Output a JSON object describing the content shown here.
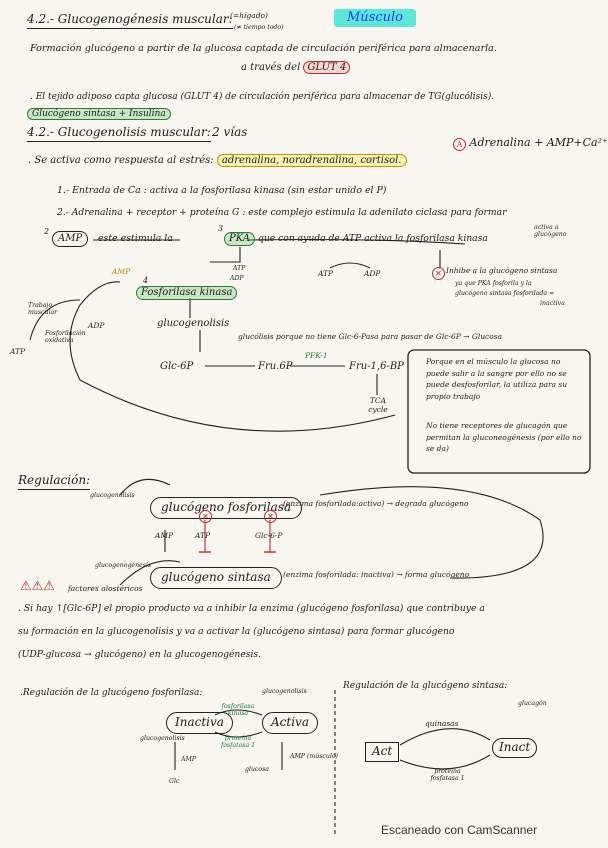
{
  "header": {
    "section_title": "4.2.- Glucogenogénesis muscular:",
    "section_tag": "(=hígado)",
    "section_tag_note": "(≠ tiempo todo)",
    "muscle_title": "Músculo",
    "formation_line1": "Formación glucógeno a partir de la glucosa captada de circulación periférica para almacenarla.",
    "formation_line2_prefix": "a través del",
    "glut4": "GLUT 4"
  },
  "adipose": {
    "line": ". El tejido adiposo capta glucosa (GLUT 4) de circulación periférica para almacenar de TG(glucólisis).",
    "enzymes": "Glucógeno sintasa + Insulina"
  },
  "glycogenolysis": {
    "title": "4.2.- Glucogenolisis muscular:",
    "ways": "2 vías",
    "stress_prefix": ". Se activa como respuesta al estrés:",
    "stress_list": "adrenalina, noradrenalina, cortisol.",
    "top_right_a": "A",
    "top_right": "Adrenalina + AMP+Ca²⁺",
    "step1": "1.- Entrada de Ca : activa a la fosforilasa kinasa (sin estar unido el P)",
    "step2": "2.- Adrenalina + receptor + proteína G : este complejo estimula la adenilato ciclasa para formar",
    "amp_step": "AMP",
    "amp_num": "2",
    "amp_stimulate": "este estimula la",
    "pka": "PKA",
    "pka_num": "3",
    "pka_rest": "que con ayuda de ATP activa la fosforilasa kinasa",
    "activa_label": "activa a glucógeno",
    "atp_pka": "ATP",
    "adp_pka": "ADP",
    "atp_mid": "ATP",
    "adp_mid": "ADP",
    "inhibe": "Inhibe a la glucógeno sintasa",
    "inhibe2": "ya que PKA fosforila y la",
    "inhibe3": "glucógeno sintasa fosforilada =",
    "inhibe4": "inactiva",
    "fk": "Fosforilasa kinasa",
    "fk_num": "4",
    "amp_cycle": "AMP",
    "atp_cycle": "ATP",
    "adp_cycle": "ADP",
    "cycle_muscle": "Trabajo muscular",
    "cycle_phos": "Fosforilación oxidativa",
    "glucogenolisis": "glucogenolisis",
    "glucolisis_note": "glucólisis porque no tiene Glc-6-Pasa para pasar de Glc-6P → Glucosa",
    "glc6p": "Glc-6P",
    "fru6p": "Fru.6P",
    "fru16bp": "Fru-1,6-BP",
    "pfk1": "PFK-1",
    "tca": "TCA cycle",
    "note_box": "Porque en el músculo la glucosa no puede salir a la sangre por ello no se puede desfosforilar, la utiliza para su propio trabajo",
    "note_box2": "No tiene receptores de glucagón que permitan la gluconeogénesis (por ello no se da)"
  },
  "regulation": {
    "title": "Regulación:",
    "glucogenolisis_lbl": "glucogenolisis",
    "phos": "glucógeno fosforilasa",
    "phos_note": "(enzima fosforilada:activa) → degrada glucógeno",
    "amp": "AMP",
    "atp": "ATP",
    "glc6p": "Glc-6-P",
    "glucogenogenesis_lbl": "glucogenogénesis",
    "synth": "glucógeno sintasa",
    "synth_note": "(enzima fosforilada: inactiva) → forma glucógeno",
    "factors": "factores alostéricos",
    "para1": ". Si hay ↑[Glc-6P] el propio producto va a inhibir la enzima (glucógeno fosforilasa) que contribuye a",
    "para2": "su formación en la glucogenolisis y va a activar la (glucógeno sintasa) para formar glucógeno",
    "para3": "(UDP-glucosa → glucógeno) en la glucogenogénesis."
  },
  "bottom": {
    "left_title": ".Regulación de la glucógeno fosforilasa:",
    "inactiva": "Inactiva",
    "activa": "Activa",
    "glucogenolisis": "glucogenolisis",
    "fosf_kinasa": "fosforilasa kinasa",
    "ptp_lbl": "proteína fosfatasa 1",
    "amp_l": "AMP",
    "amp_m": "AMP (músculo)",
    "glu_l": "glucosa",
    "glu_lbl": "glucogenolisis",
    "glc_l": "Glc",
    "right_title": "Regulación de la glucógeno sintasa:",
    "act": "Act",
    "inact": "Inact",
    "quinasas": "quinasas",
    "proteina_f": "proteína fosfatasa 1",
    "glucagon": "glucagón"
  },
  "footer": {
    "scanner": "Escaneado con CamScanner"
  }
}
